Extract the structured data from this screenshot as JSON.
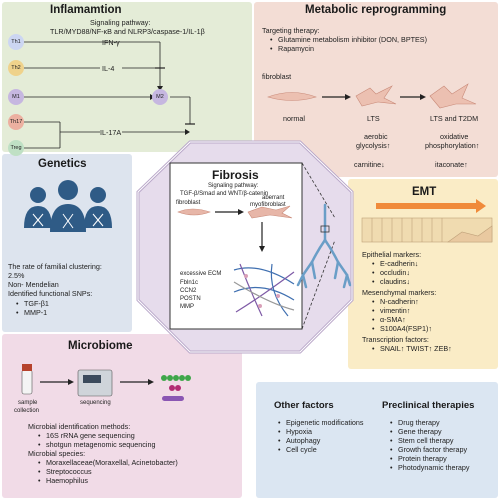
{
  "inflammation": {
    "title": "Inflamamtion",
    "pathway_label": "Signaling pathway:",
    "pathway": "TLR/MYD88/NF-κB and NLRP3/caspase-1/IL-1β",
    "cells": [
      "Th1",
      "Th2",
      "M1",
      "Th17",
      "Treg",
      "M2"
    ],
    "cytokines": [
      "IFN-γ",
      "IL-4",
      "IL-17A"
    ]
  },
  "metabolic": {
    "title": "Metabolic reprogramming",
    "therapy_label": "Targeting therapy:",
    "therapies": [
      "Glutamine metabolism inhibitor (DON, BPTES)",
      "Rapamycin"
    ],
    "fibroblast": "fibroblast",
    "stages": [
      "normal",
      "LTS",
      "LTS and T2DM"
    ],
    "lts_effect": [
      "aerobic",
      "glycolysis↑"
    ],
    "t2dm_effect": [
      "oxidative",
      "phosphorylation↑"
    ],
    "lts_metab": "carnitine↓",
    "t2dm_metab": "itaconate↑"
  },
  "genetics": {
    "title": "Genetics",
    "lines": [
      "The rate of familial clustering:",
      "2.5%",
      "Non- Mendelian",
      "Identified  functional SNPs:"
    ],
    "snps": [
      "TGF-β1",
      "MMP-1"
    ]
  },
  "fibrosis": {
    "title": "Fibrosis",
    "pathway_label": "Signaling pathway:",
    "pathway": "TGF-β/Smad and WNT/β-catenin",
    "fibroblast": "fibroblast",
    "aberrant": [
      "aberrant",
      "myofibroblast"
    ],
    "ecm": [
      "excessive ECM",
      "Fbln1c",
      "CCN2",
      "POSTN",
      "MMP"
    ]
  },
  "emt": {
    "title": "EMT",
    "epi_label": "Epithelial markers:",
    "epi": [
      "E-cadherin↓",
      "occludin↓",
      "claudins↓"
    ],
    "mes_label": "Mesenchymal markers:",
    "mes": [
      "N-cadherin↑",
      "vimentin↑",
      "α-SMA↑",
      "S100A4(FSP1)↑"
    ],
    "tf_label": "Transcription factors:",
    "tf": "SNAIL↑ TWIST↑ ZEB↑"
  },
  "microbiome": {
    "title": "Microbiome",
    "steps": [
      "sample",
      "collection",
      "sequencing"
    ],
    "methods_label": "Microbial identification methods:",
    "methods": [
      "16S rRNA gene sequencing",
      "shotgun metagenomic sequencing"
    ],
    "species_label": "Microbial species:",
    "species": [
      "Moraxellaceae(Moraxellal, Acinetobacter)",
      "Streptococcus",
      "Haemophilus"
    ]
  },
  "other": {
    "title": "Other factors",
    "items": [
      "Epigenetic modifications",
      "Hypoxia",
      "Autophagy",
      "Cell cycle"
    ]
  },
  "preclinical": {
    "title": "Preclinical therapies",
    "items": [
      "Drug therapy",
      "Gene therapy",
      "Stem cell therapy",
      "Growth factor therapy",
      "Protein therapy",
      "Photodynamic therapy"
    ]
  },
  "colors": {
    "inflammation_bg": "#e4ecd7",
    "metabolic_bg": "#f3ddd5",
    "genetics_bg": "#dde4ee",
    "fibrosis_border": "#b9a7c9",
    "emt_bg": "#faecc6",
    "microbiome_bg": "#f1dbe7",
    "other_bg": "#dbe6f2"
  }
}
